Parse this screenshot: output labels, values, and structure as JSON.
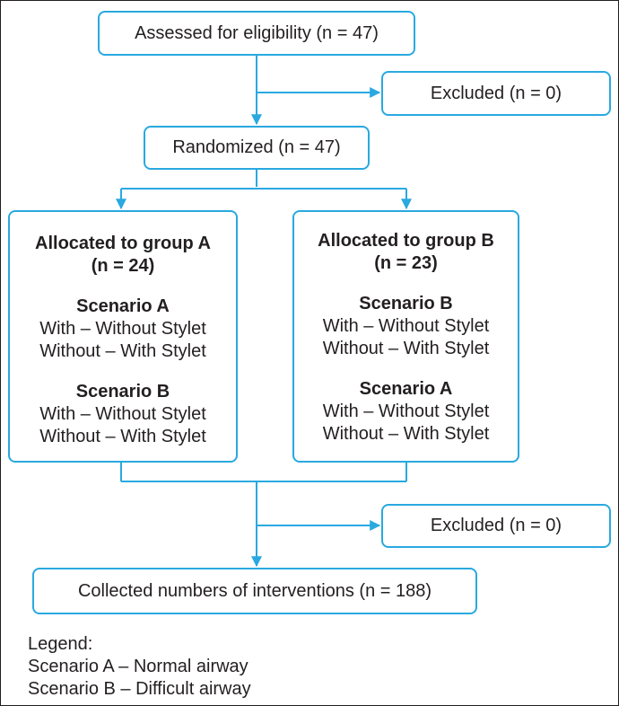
{
  "assessed": "Assessed for eligibility (n = 47)",
  "excluded_top": "Excluded (n = 0)",
  "randomized": "Randomized (n = 47)",
  "group_a": {
    "title": "Allocated to group A",
    "count": "(n = 24)",
    "first": {
      "title": "Scenario A",
      "line1": "With – Without Stylet",
      "line2": "Without – With Stylet"
    },
    "second": {
      "title": "Scenario B",
      "line1": "With – Without Stylet",
      "line2": "Without – With Stylet"
    }
  },
  "group_b": {
    "title": "Allocated to group B",
    "count": "(n = 23)",
    "first": {
      "title": "Scenario B",
      "line1": "With – Without Stylet",
      "line2": "Without – With Stylet"
    },
    "second": {
      "title": "Scenario A",
      "line1": "With – Without Stylet",
      "line2": "Without – With Stylet"
    }
  },
  "excluded_bottom": "Excluded (n = 0)",
  "collected": "Collected numbers of interventions (n = 188)",
  "legend": {
    "title": "Legend:",
    "item1": "Scenario A – Normal airway",
    "item2": "Scenario B – Difficult airway"
  },
  "colors": {
    "accent": "#29a9e0",
    "text": "#231f20"
  }
}
